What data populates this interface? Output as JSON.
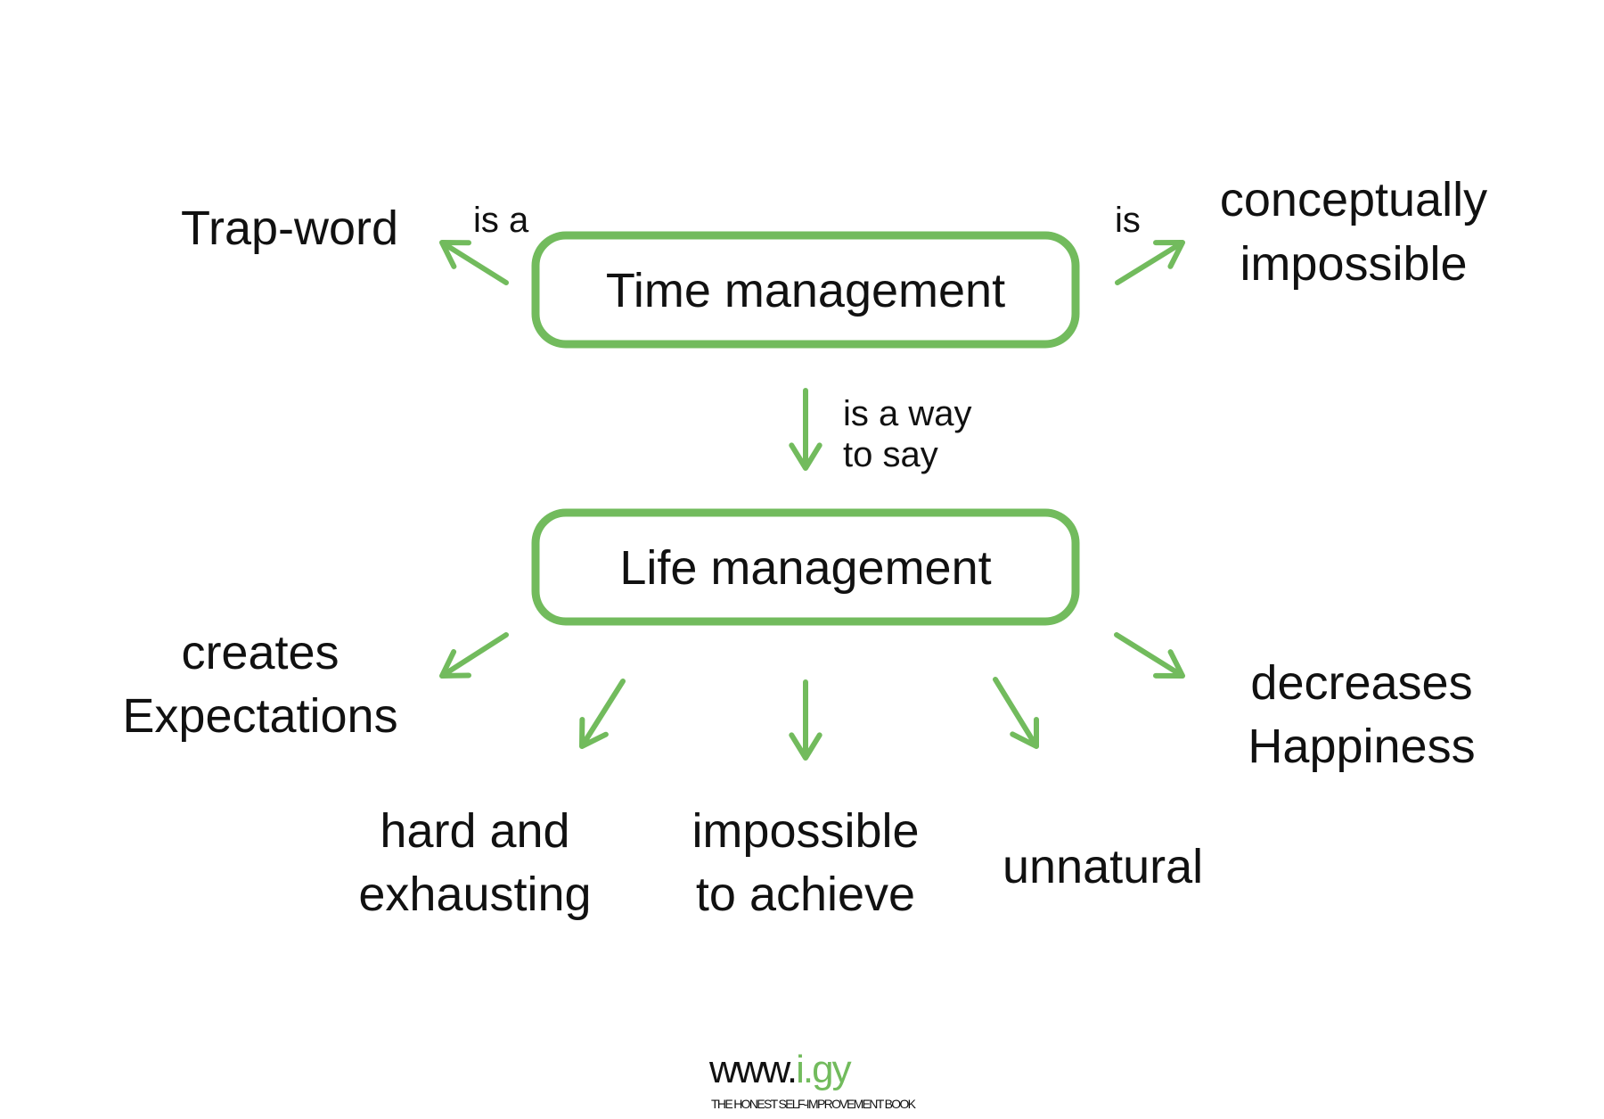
{
  "nodes": {
    "time_management": "Time management",
    "life_management": "Life management",
    "trap_word": "Trap-word",
    "conceptually": "conceptually",
    "impossible": "impossible",
    "creates": "creates",
    "expectations": "Expectations",
    "hard_and": "hard and",
    "exhausting": "exhausting",
    "impossible2": "impossible",
    "to_achieve": "to achieve",
    "unnatural": "unnatural",
    "decreases": "decreases",
    "happiness": "Happiness"
  },
  "edge_labels": {
    "is_a": "is a",
    "is": "is",
    "is_a_way": "is a way",
    "to_say": "to say"
  },
  "footer": {
    "www": "www.",
    "domain": "i.gy",
    "tagline": "THE HONEST SELF-IMPROVEMENT BOOK"
  },
  "colors": {
    "accent": "#72bb5d",
    "text": "#111111"
  }
}
